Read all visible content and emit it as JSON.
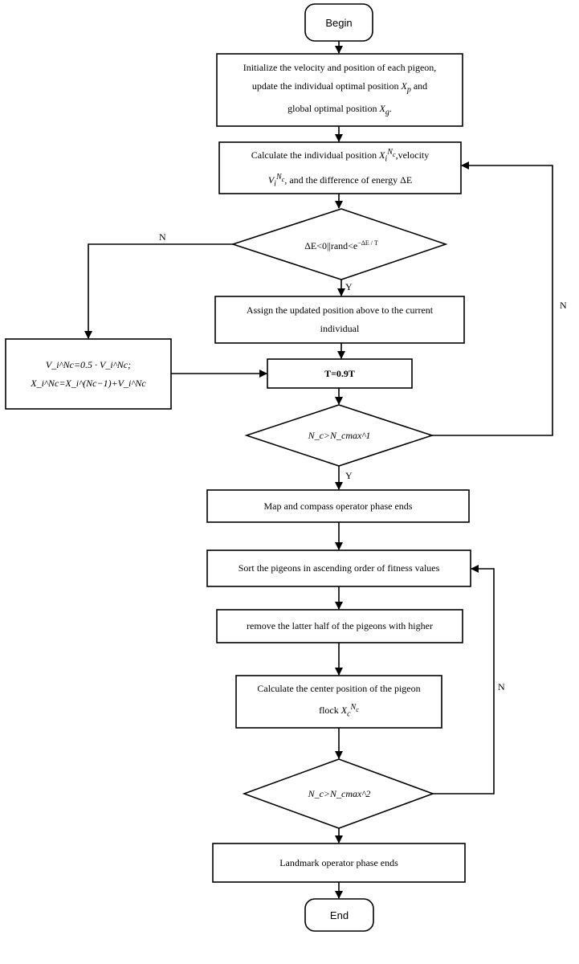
{
  "nodes": {
    "begin": "Begin",
    "init": {
      "line1": "Initialize the velocity and position of each pigeon,",
      "line2a": "update the individual optimal position ",
      "line2_var": "X",
      "line2_sub": "p",
      "line2b": " and",
      "line3a": "global optimal position ",
      "line3_var": "X",
      "line3_sub": "g",
      "line3b": "."
    },
    "calc": {
      "line1a": "Calculate the individual position ",
      "line1_var": "X",
      "line1_sub": "i",
      "line1_sup": "N",
      "line1_supsub": "c",
      "line1b": ",velocity",
      "line2_var": "V",
      "line2_sub": "i",
      "line2_sup": "N",
      "line2_supsub": "c",
      "line2b": ", and the difference of energy ΔE"
    },
    "cond_energy": "ΔE<0||rand<e",
    "cond_energy_exp": "−ΔE / T",
    "assign": {
      "line1": "Assign the updated position above to the current",
      "line2": "individual"
    },
    "update_left": {
      "line1": "V_i^Nc=0.5 · V_i^Nc;",
      "line2": "X_i^Nc=X_i^(Nc−1)+V_i^Nc"
    },
    "temp": "T=0.9T",
    "cond_nc1": "N_c>N_cmax^1",
    "map_end": "Map and compass operator phase ends",
    "sort": "Sort the pigeons in ascending order of fitness values",
    "remove": "remove the latter half of the pigeons with higher",
    "center": {
      "line1": "Calculate the center position of the pigeon",
      "line2a": "flock "
    },
    "cond_nc2": "N_c>N_cmax^2",
    "landmark_end": "Landmark operator phase ends",
    "end": "End"
  },
  "edge_labels": {
    "energy_no": "N",
    "energy_yes": "Y",
    "nc1_no": "N",
    "nc1_yes": "Y",
    "nc2_no": "N"
  }
}
